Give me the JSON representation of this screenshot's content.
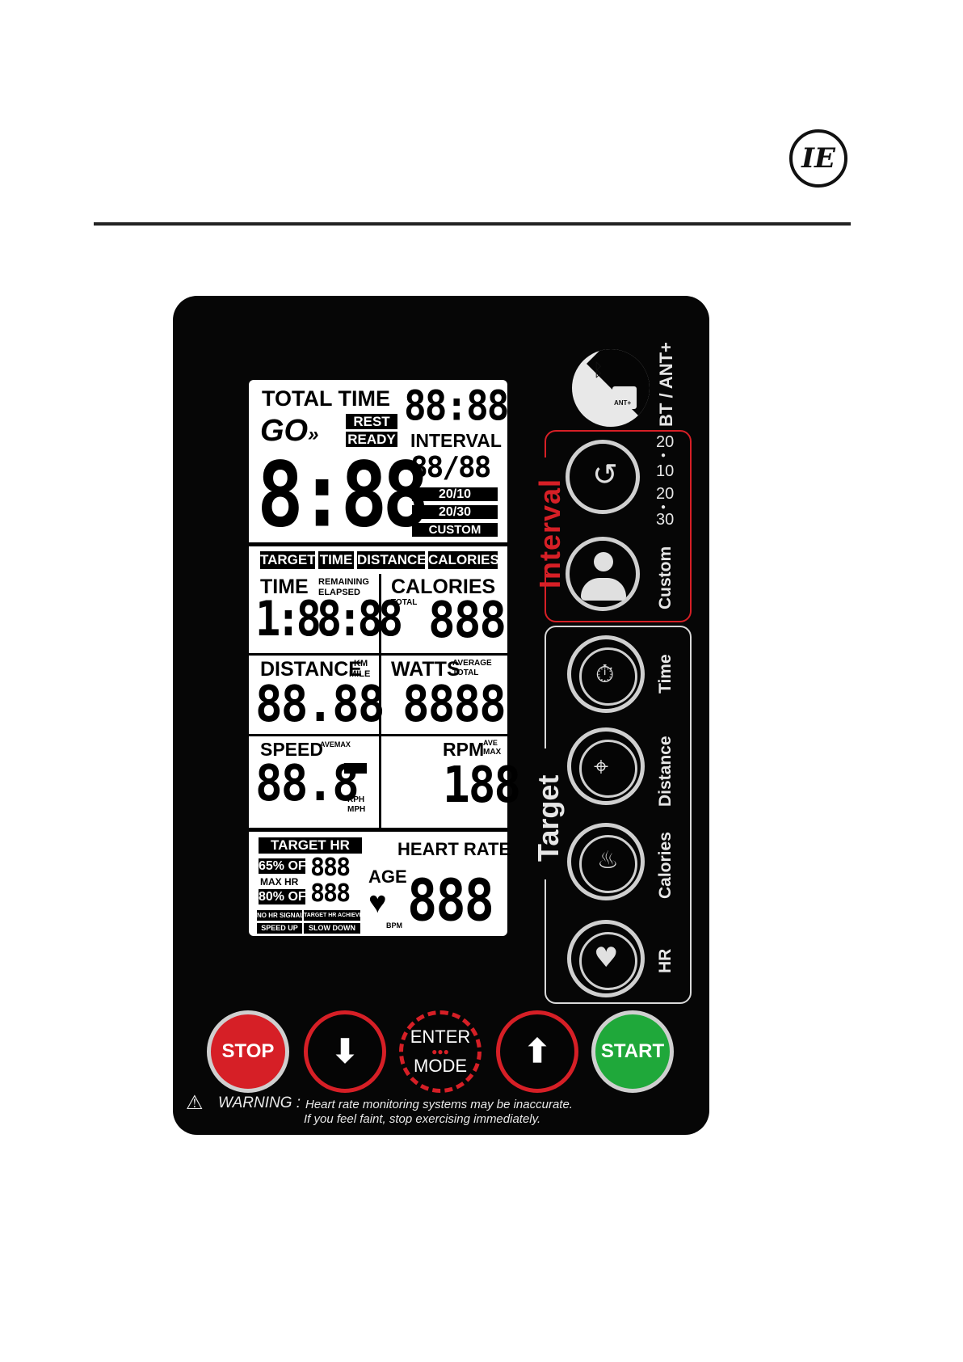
{
  "logo": {
    "text": "IE"
  },
  "console": {
    "lcd": {
      "top": {
        "total_time_label": "TOTAL TIME",
        "total_time_value": "88:88",
        "go": "GO",
        "rest": "REST",
        "ready": "READY",
        "interval_label": "INTERVAL",
        "interval_value": "88/88",
        "big_timer": "8:88",
        "preset_20_10": "20/10",
        "preset_20_30": "20/30",
        "preset_custom": "CUSTOM"
      },
      "mode_tabs": [
        "TARGET",
        "TIME",
        "DISTANCE",
        "CALORIES"
      ],
      "time": {
        "label": "TIME",
        "sub1": "REMAINING",
        "sub2": "ELAPSED",
        "value": "1:88:88"
      },
      "calories": {
        "label": "CALORIES",
        "sub": "TOTAL",
        "value": "888"
      },
      "distance": {
        "label": "DISTANCE",
        "unit1": "KM",
        "unit2": "MILE",
        "value": "88.88"
      },
      "watts": {
        "label": "WATTS",
        "sub1": "AVERAGE",
        "sub2": "TOTAL",
        "value": "8888"
      },
      "speed": {
        "label": "SPEED",
        "sub": "AVEMAX",
        "value": "88.8",
        "unit1": "KPH",
        "unit2": "MPH"
      },
      "rpm": {
        "label": "RPM",
        "sub1": "AVE",
        "sub2": "MAX",
        "value": "188"
      },
      "heart": {
        "target_hr": "TARGET HR",
        "pct65": "65% OF",
        "max_hr": "MAX HR",
        "pct80": "80% OF",
        "val1": "888",
        "val2": "888",
        "age": "AGE",
        "heart_rate": "HEART RATE",
        "bpm": "BPM",
        "value": "888",
        "no_hr_signal": "NO HR SIGNAL",
        "target_hr_achieved": "TARGET HR ACHIEVED",
        "speed_up": "SPEED UP",
        "slow_down": "SLOW DOWN"
      }
    },
    "right": {
      "bt_ant": "BT / ANT+",
      "ant_badge": "ANT+",
      "interval": "Interval",
      "interval_2010": {
        "a": "20",
        "b": "10"
      },
      "interval_2030": {
        "a": "20",
        "b": "30"
      },
      "custom": "Custom",
      "target": "Target",
      "time": "Time",
      "distance": "Distance",
      "calories": "Calories",
      "hr": "HR"
    },
    "buttons": {
      "stop": "STOP",
      "enter": "ENTER",
      "mode": "MODE",
      "start": "START"
    },
    "warning": {
      "title": "WARNING :",
      "line1": "Heart rate monitoring systems may be inaccurate.",
      "line2": "If you feel faint, stop exercising immediately."
    },
    "colors": {
      "red": "#d61f26",
      "green": "#1fa83a",
      "grey": "#cfcfcf"
    }
  }
}
